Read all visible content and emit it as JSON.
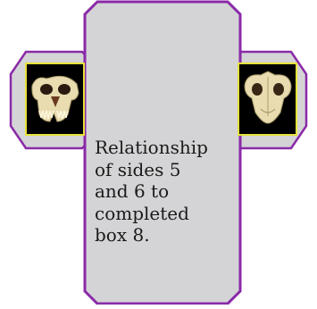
{
  "caption": {
    "lines": [
      "Relationship",
      "of sides 5",
      "and 6 to",
      "completed",
      "box 8."
    ]
  },
  "colors": {
    "panel_fill": "#d4d4d6",
    "panel_outline": "#8a2aa8",
    "photo_frame": "#e6e23a",
    "photo_background": "#000000",
    "bone": "#e8dcb0"
  },
  "images": {
    "left_photo": "skull-front-view",
    "right_photo": "skull-top-view"
  }
}
